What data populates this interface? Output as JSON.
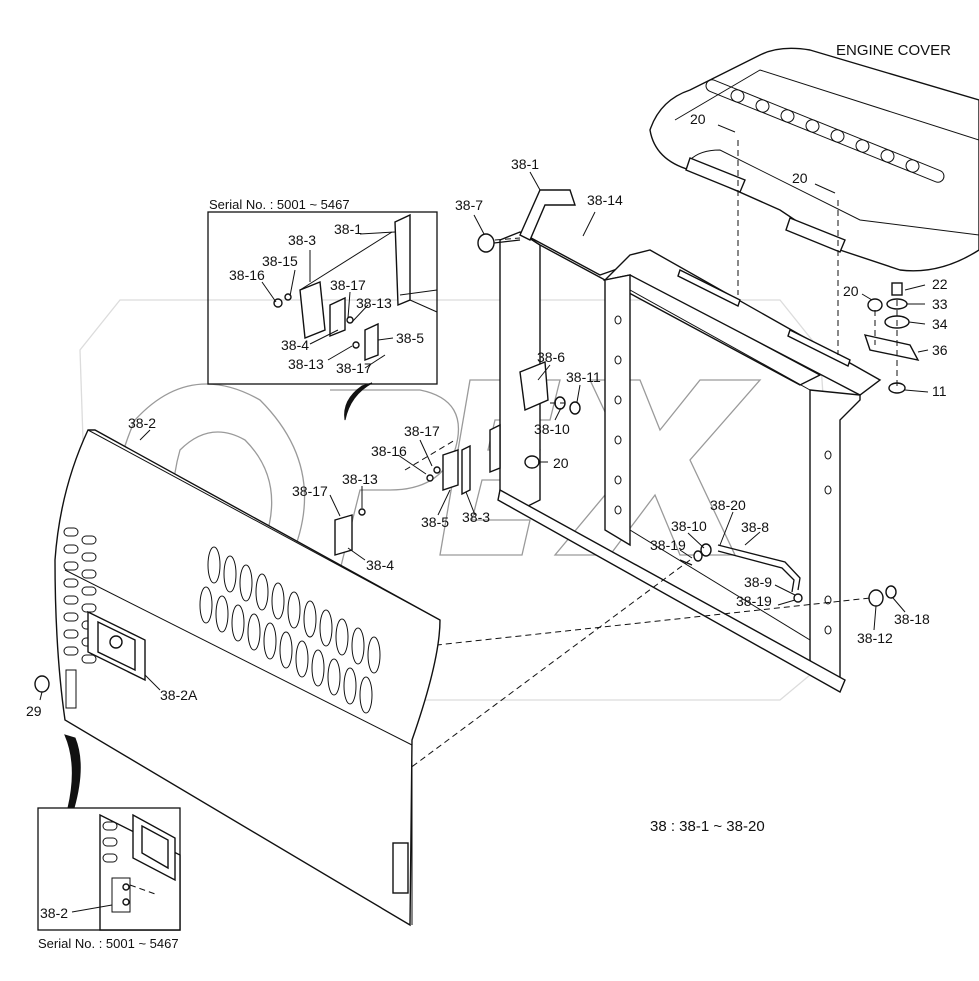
{
  "title": "ENGINE COVER",
  "assembly_note": "38 : 38-1 ~ 38-20",
  "inset_top_caption": "Serial No. : 5001 ~ 5467",
  "inset_bottom_caption": "Serial No. : 5001 ~ 5467",
  "watermark": "OPEX",
  "callouts": {
    "c20a": "20",
    "c20b": "20",
    "c20c": "20",
    "c20d": "20",
    "c22": "22",
    "c33": "33",
    "c34": "34",
    "c36": "36",
    "c11": "11",
    "c38_1": "38-1",
    "c38_7": "38-7",
    "c38_14": "38-14",
    "c38_6": "38-6",
    "c38_11": "38-11",
    "c38_10": "38-10",
    "c38_17": "38-17",
    "c38_16": "38-16",
    "c38_13": "38-13",
    "c38_17b": "38-17",
    "c38_5": "38-5",
    "c38_3": "38-3",
    "c38_4": "38-4",
    "c38_2": "38-2",
    "c38_2a": "38-2A",
    "c29": "29",
    "c38_20": "38-20",
    "c38_10b": "38-10",
    "c38_8": "38-8",
    "c38_19": "38-19",
    "c38_9": "38-9",
    "c38_19b": "38-19",
    "c38_12": "38-12",
    "c38_18": "38-18",
    "i_38_1": "38-1",
    "i_38_3": "38-3",
    "i_38_15": "38-15",
    "i_38_16": "38-16",
    "i_38_17": "38-17",
    "i_38_13": "38-13",
    "i_38_5": "38-5",
    "i_38_4": "38-4",
    "i_38_13b": "38-13",
    "i_38_17b": "38-17",
    "b_38_2": "38-2"
  }
}
